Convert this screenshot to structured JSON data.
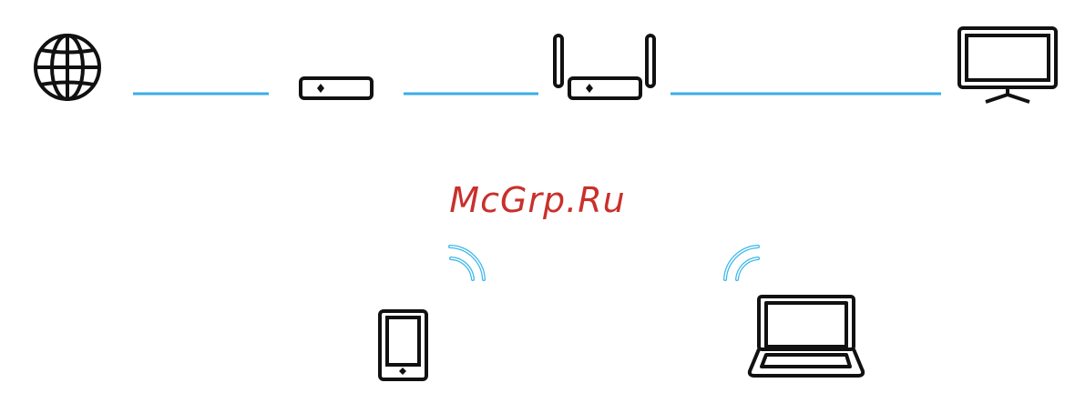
{
  "watermark": {
    "text": "McGrp.Ru"
  },
  "colors": {
    "icon_stroke": "#111111",
    "link_line": "#3aaee6",
    "wifi_waves": "#3ab7ea",
    "watermark": "#c9302c",
    "background": "#ffffff"
  },
  "nodes": [
    {
      "id": "internet",
      "icon": "globe-icon"
    },
    {
      "id": "modem",
      "icon": "modem-box-icon"
    },
    {
      "id": "wifi-router",
      "icon": "router-antennas-icon"
    },
    {
      "id": "tv",
      "icon": "tv-monitor-icon"
    },
    {
      "id": "smartphone",
      "icon": "smartphone-icon"
    },
    {
      "id": "laptop",
      "icon": "laptop-icon"
    }
  ],
  "links": [
    {
      "from": "internet",
      "to": "modem",
      "type": "wired"
    },
    {
      "from": "modem",
      "to": "wifi-router",
      "type": "wired"
    },
    {
      "from": "wifi-router",
      "to": "tv",
      "type": "wired"
    },
    {
      "from": "wifi-router",
      "to": "smartphone",
      "type": "wireless"
    },
    {
      "from": "wifi-router",
      "to": "laptop",
      "type": "wireless"
    }
  ]
}
